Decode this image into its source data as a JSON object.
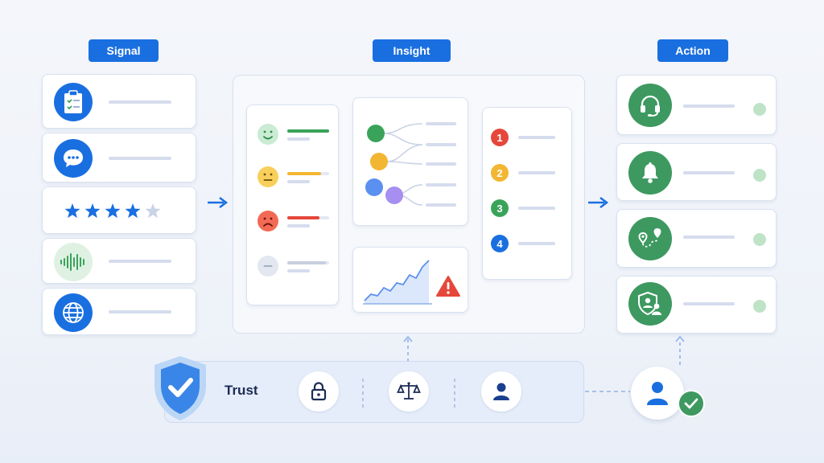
{
  "headers": {
    "signal": "Signal",
    "insight": "Insight",
    "action": "Action"
  },
  "trust": {
    "label": "Trust"
  },
  "signal_icons": [
    "clipboard-check-icon",
    "chat-bubble-icon",
    "star-rating-icon",
    "sound-wave-icon",
    "globe-icon"
  ],
  "rating": {
    "stars_filled": 4,
    "stars_total": 5
  },
  "sentiments": [
    {
      "face": "happy",
      "color": "#3aa35a"
    },
    {
      "face": "neutral",
      "color": "#f2b632"
    },
    {
      "face": "sad",
      "color": "#e5473a"
    },
    {
      "face": "unknown",
      "color": "#c7cfdd"
    }
  ],
  "priorities": [
    {
      "label": "1",
      "color": "#e5473a"
    },
    {
      "label": "2",
      "color": "#f2b632"
    },
    {
      "label": "3",
      "color": "#3aa35a"
    },
    {
      "label": "4",
      "color": "#1a6fe0"
    }
  ],
  "action_icons": [
    "headset-icon",
    "bell-icon",
    "route-map-icon",
    "shield-person-icon"
  ],
  "trust_icons": [
    "lock-icon",
    "balance-scale-icon",
    "user-icon"
  ],
  "colors": {
    "accent": "#1a6fe0",
    "green": "#3d9960",
    "light_green": "#bfe3c6",
    "red": "#e5473a",
    "yellow": "#f2b632"
  }
}
